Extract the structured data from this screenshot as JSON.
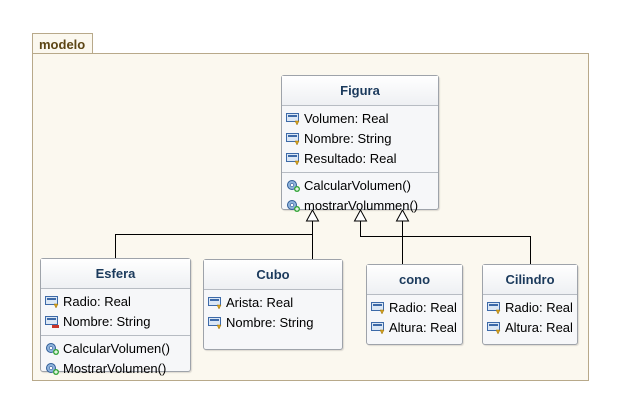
{
  "package": {
    "name": "modelo"
  },
  "classes": {
    "figura": {
      "name": "Figura",
      "attributes": [
        "Volumen: Real",
        "Nombre: String",
        "Resultado: Real"
      ],
      "operations": [
        "CalcularVolumen()",
        "mostrarVolummen()"
      ]
    },
    "esfera": {
      "name": "Esfera",
      "attributes": [
        "Radio: Real",
        "Nombre: String"
      ],
      "operations": [
        "CalcularVolumen()",
        "MostrarVolumen()"
      ]
    },
    "cubo": {
      "name": "Cubo",
      "attributes": [
        "Arista: Real",
        "Nombre: String"
      ],
      "operations": []
    },
    "cono": {
      "name": "cono",
      "attributes": [
        "Radio: Real",
        "Altura: Real"
      ],
      "operations": []
    },
    "cilindro": {
      "name": "Cilindro",
      "attributes": [
        "Radio: Real",
        "Altura: Real"
      ],
      "operations": []
    }
  },
  "icons": {
    "attribute": "protected-attribute-icon",
    "attribute_private": "private-attribute-icon",
    "operation": "public-operation-icon"
  },
  "colors": {
    "class_title": "#1b3a5c",
    "package_fill": "#fbf8ef",
    "package_border": "#b8a98a",
    "class_fill": "#f6f7f9"
  }
}
